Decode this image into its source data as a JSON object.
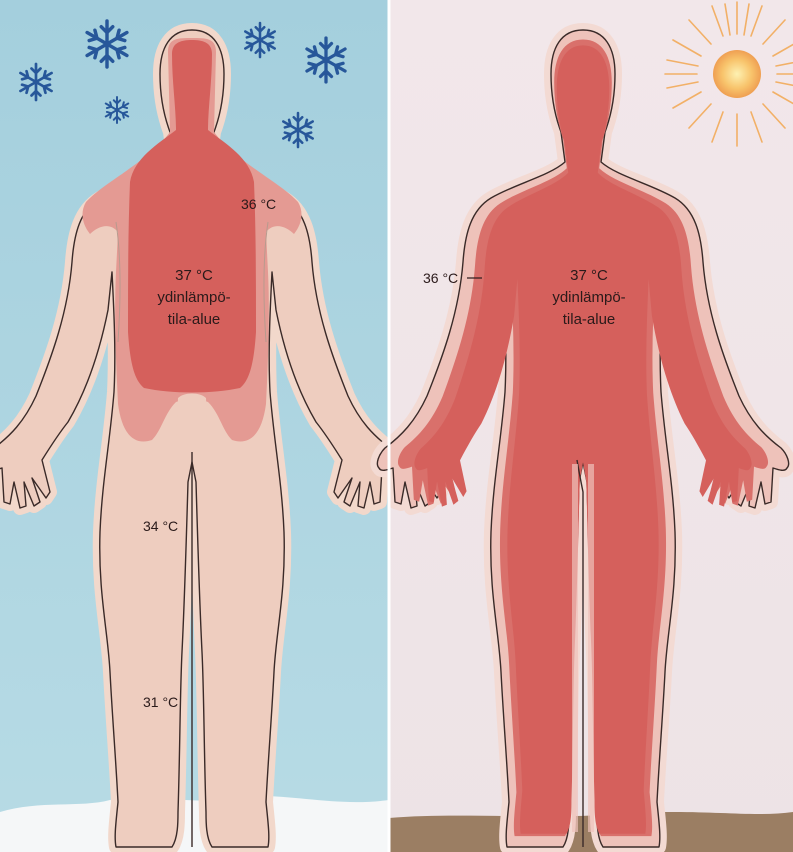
{
  "panels": {
    "cold": {
      "core_temp": "37 °C",
      "core_line1": "ydinlämpö-",
      "core_line2": "tila-alue",
      "shoulder_temp": "36 °C",
      "thigh_temp": "34 °C",
      "calf_temp": "31 °C"
    },
    "warm": {
      "core_temp": "37 °C",
      "core_line1": "ydinlämpö-",
      "core_line2": "tila-alue",
      "arm_temp": "36 °C"
    }
  },
  "icons": [
    "snowflake-icon",
    "sun-icon"
  ],
  "colors": {
    "cold_sky": "#a9d3e0",
    "warm_sky": "#f1e6e9",
    "skin": "#eecfc0",
    "core_mid": "#e39a93",
    "core_red": "#d5605c",
    "snow": "#f6f8f8",
    "ground": "#9b7e63",
    "snowflake": "#27579a",
    "sun": "#f6b35e"
  }
}
